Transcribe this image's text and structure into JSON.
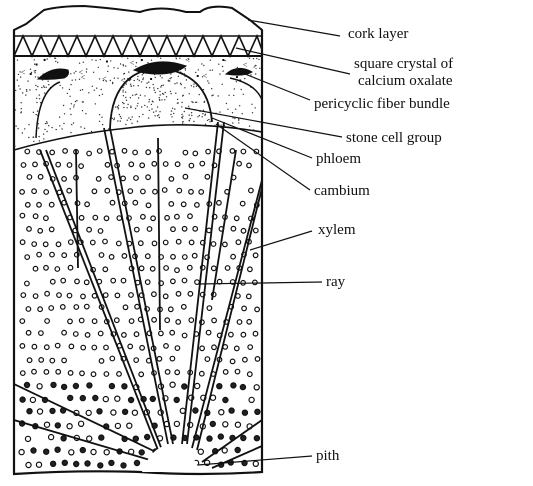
{
  "labels": {
    "cork_layer": "cork layer",
    "square_crystal_line1": "square crystal of",
    "square_crystal_line2": "calcium oxalate",
    "pericyclic_fiber_bundle": "pericyclic fiber bundle",
    "stone_cell_group": "stone cell group",
    "phloem": "phloem",
    "cambium": "cambium",
    "xylem": "xylem",
    "ray": "ray",
    "pith": "pith"
  },
  "colors": {
    "ink": "#111111",
    "background": "#ffffff"
  }
}
